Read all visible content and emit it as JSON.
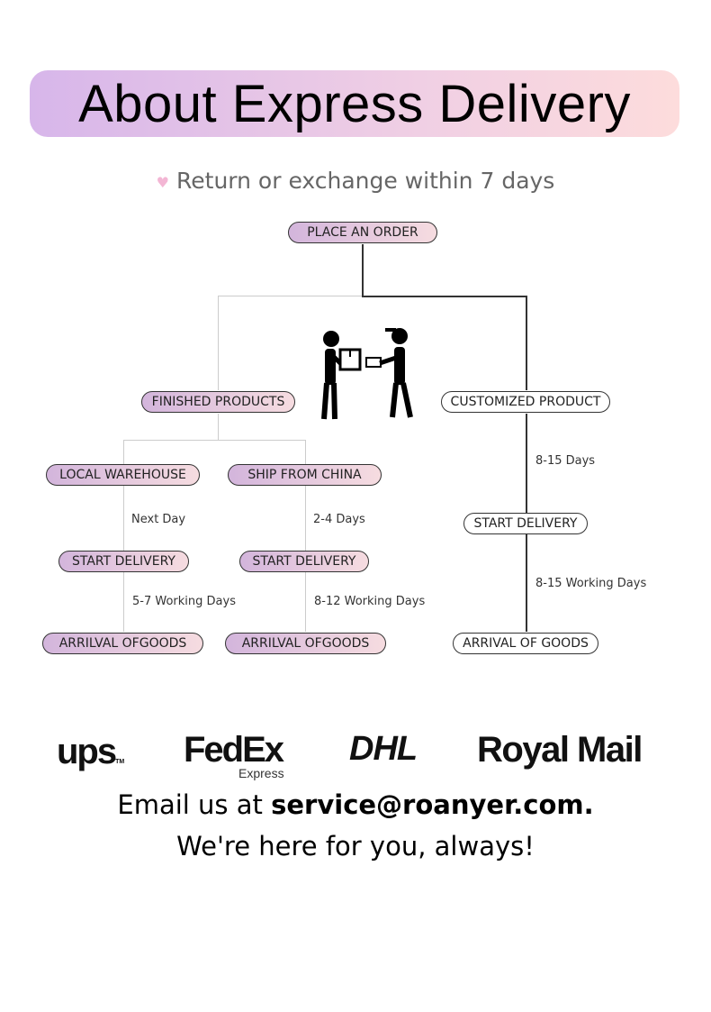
{
  "header": {
    "title": "About Express Delivery"
  },
  "subtitle": {
    "icon": "heart-icon",
    "text": "Return or exchange within 7 days"
  },
  "flow": {
    "place_order": "PLACE AN ORDER",
    "finished": "FINISHED PRODUCTS",
    "customized": "CUSTOMIZED PRODUCT",
    "local": {
      "node": "LOCAL WAREHOUSE",
      "time1": "Next Day",
      "start": "START DELIVERY",
      "time2": "5-7 Working Days",
      "arrival": "ARRILVAL OFGOODS"
    },
    "china": {
      "node": "SHIP FROM CHINA",
      "time1": "2-4 Days",
      "start": "START DELIVERY",
      "time2": "8-12 Working Days",
      "arrival": "ARRILVAL OFGOODS"
    },
    "custom": {
      "time1": "8-15 Days",
      "start": "START DELIVERY",
      "time2": "8-15 Working Days",
      "arrival": "ARRIVAL OF GOODS"
    }
  },
  "carriers": {
    "ups": "ups",
    "ups_tm": "TM",
    "fedex": "FedEx",
    "fedex_sub": "Express",
    "dhl": "DHL",
    "royal": "Royal Mail"
  },
  "contact": {
    "line1_prefix": "Email us at ",
    "email": "service@roanyer.com.",
    "line2": "We're here for you, always!"
  }
}
